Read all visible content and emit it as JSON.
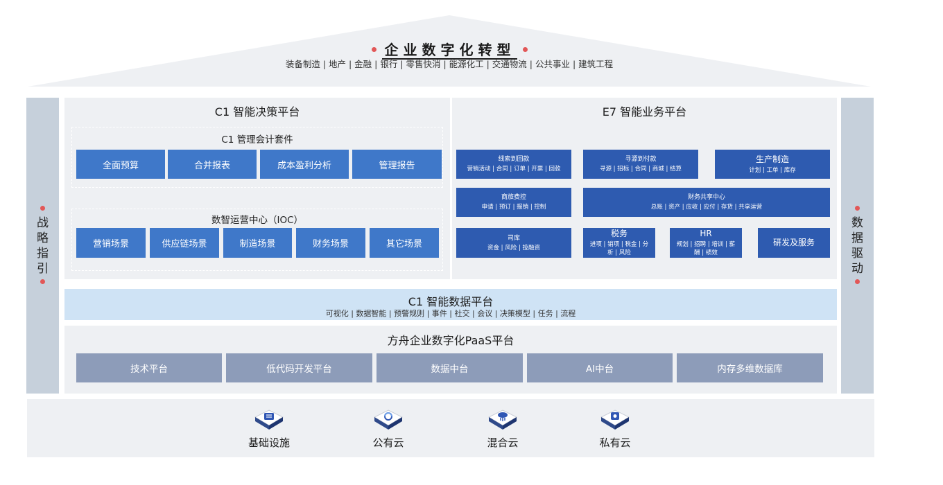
{
  "roof": {
    "title": "企业数字化转型",
    "industries": "装备制造 | 地产 | 金融 | 银行 | 零售快消 | 能源化工 | 交通物流 | 公共事业 | 建筑工程"
  },
  "pillars": {
    "left": "战略指引",
    "right": "数据驱动"
  },
  "c1_decision": {
    "title": "C1 智能决策平台",
    "suite_title": "C1 管理会计套件",
    "suite_items": [
      "全面预算",
      "合并报表",
      "成本盈利分析",
      "管理报告"
    ],
    "ioc_title": "数智运营中心（IOC）",
    "ioc_items": [
      "营销场景",
      "供应链场景",
      "制造场景",
      "财务场景",
      "其它场景"
    ]
  },
  "e7_business": {
    "title": "E7 智能业务平台",
    "modules": [
      {
        "name": "线索到回款",
        "detail": "营销活动 | 合同 | 订单 | 开票 | 回款"
      },
      {
        "name": "寻源到付款",
        "detail": "寻源 | 招标 | 合同 | 商城 | 结算"
      },
      {
        "name": "生产制造",
        "detail": "计划 | 工单 | 库存"
      },
      {
        "name": "商旅费控",
        "detail": "申请 | 预订 | 报销 | 控制"
      },
      {
        "name": "财务共享中心",
        "detail": "总账 | 资产 | 应收 | 应付 | 存货 | 共享运营"
      },
      {
        "name": "司库",
        "detail": "资金 | 风险 | 投融资"
      },
      {
        "name": "税务",
        "detail": "进项 | 销项 | 税金 | 分析 | 风险"
      },
      {
        "name": "HR",
        "detail": "规划 | 招聘 | 培训 | 薪酬 | 绩效"
      },
      {
        "name": "研发及服务",
        "detail": ""
      }
    ]
  },
  "data_platform": {
    "title": "C1 智能数据平台",
    "features": "可视化 | 数据智能 | 预警规则 | 事件 | 社交 | 会议 | 决策模型 | 任务 | 流程"
  },
  "paas": {
    "title": "方舟企业数字化PaaS平台",
    "items": [
      "技术平台",
      "低代码开发平台",
      "数据中台",
      "AI中台",
      "内存多维数据库"
    ]
  },
  "clouds": {
    "items": [
      {
        "label": "基础设施",
        "icon": "infrastructure-icon"
      },
      {
        "label": "公有云",
        "icon": "public-cloud-icon"
      },
      {
        "label": "混合云",
        "icon": "hybrid-cloud-icon"
      },
      {
        "label": "私有云",
        "icon": "private-cloud-icon"
      }
    ]
  },
  "colors": {
    "accent_blue": "#3f78c9",
    "module_blue": "#2e5bb0",
    "paas_gray": "#8d9cb9",
    "data_band": "#cfe3f5",
    "red_dot": "#e25757"
  }
}
